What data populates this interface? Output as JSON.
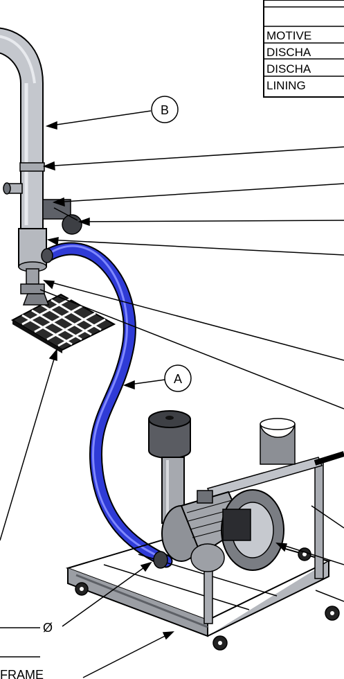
{
  "spec_table": {
    "rows": [
      "MOTIVE",
      "DISCHA",
      "DISCHA",
      "LINING"
    ]
  },
  "callouts": {
    "a": "A",
    "b": "B"
  },
  "labels": {
    "diameter": "Ø",
    "frame": "FRAME"
  },
  "colors": {
    "hose": "#2f3bd6",
    "hose_dark": "#1a2396",
    "metal": "#b9bcc2",
    "metal_dark": "#6f737a",
    "line": "#000000"
  }
}
